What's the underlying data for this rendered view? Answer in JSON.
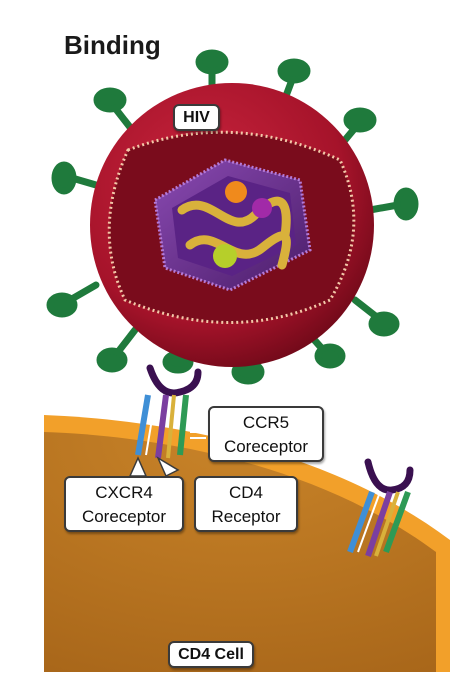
{
  "title": "Binding",
  "labels": {
    "virus": "HIV",
    "ccr5_line1": "CCR5",
    "ccr5_line2": "Coreceptor",
    "cxcr4_line1": "CXCR4",
    "cxcr4_line2": "Coreceptor",
    "cd4_line1": "CD4",
    "cd4_line2": "Receptor",
    "cell": "CD4 Cell"
  },
  "colors": {
    "virus_envelope": "#a5132a",
    "virus_interior": "#7a0c1c",
    "spike": "#1f7a3c",
    "capsid": "#6a2b8f",
    "rna": "#d9b13b",
    "cell_membrane": "#f2a02a",
    "cell_interior": "#c07a22",
    "cd4_receptor": "#7b3fa0",
    "cxcr4_coreceptor": "#3f8fd6",
    "ccr5_coreceptor": "#2e9a55"
  }
}
